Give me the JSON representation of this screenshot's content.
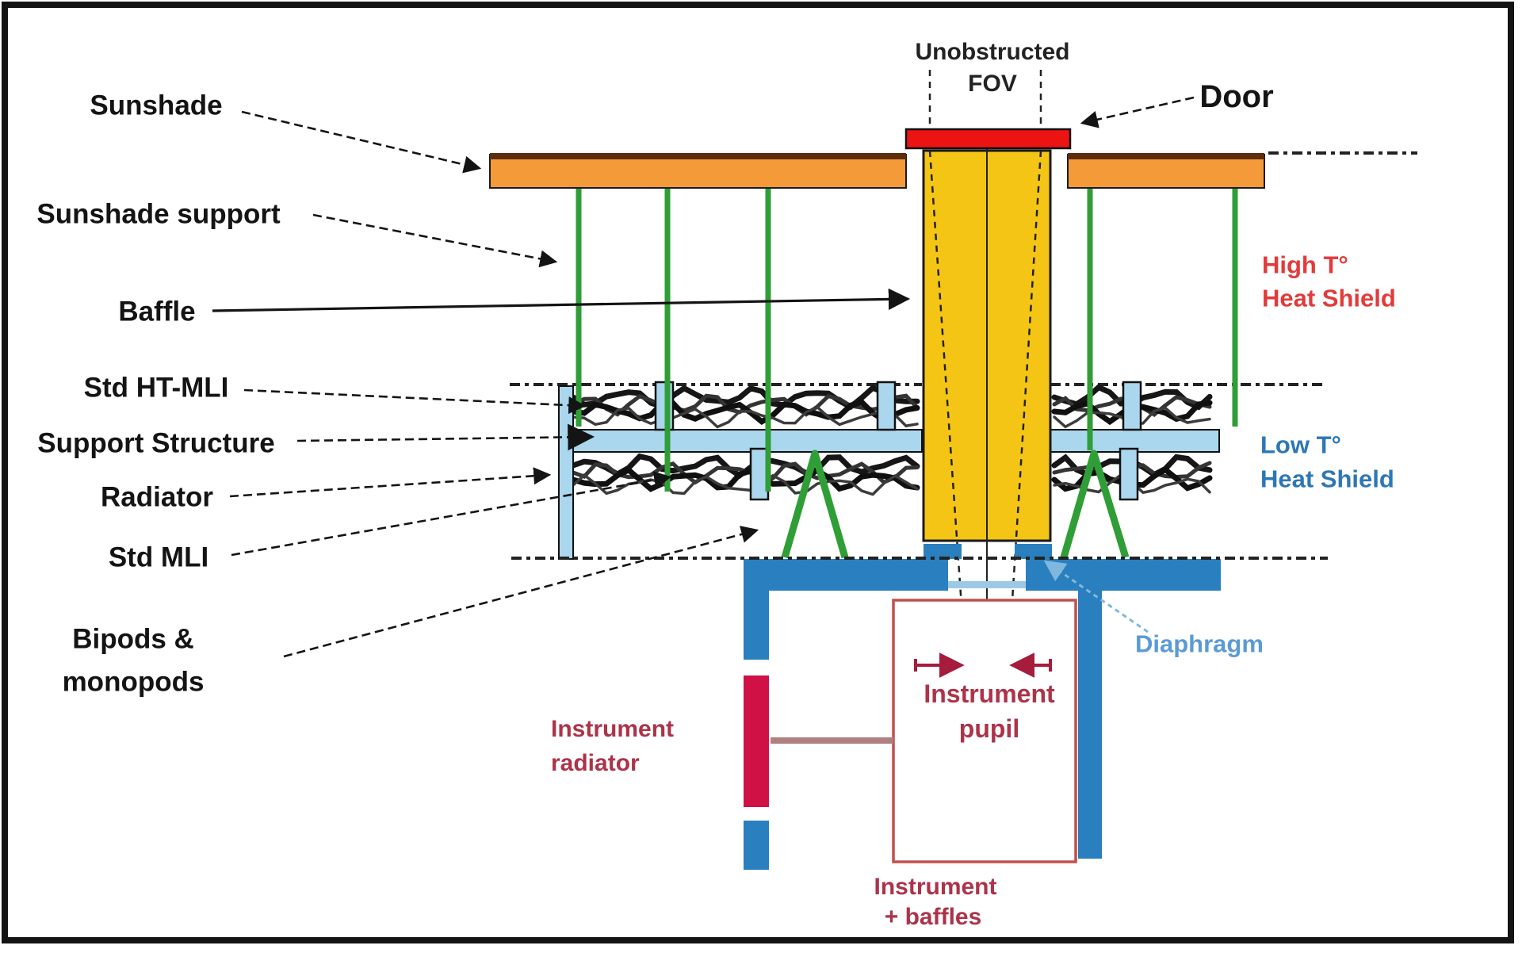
{
  "labels": {
    "sunshade": "Sunshade",
    "sunshade_support": "Sunshade support",
    "baffle": "Baffle",
    "std_ht_mli": "Std HT-MLI",
    "support_structure": "Support Structure",
    "radiator": "Radiator",
    "std_mli": "Std MLI",
    "bipods_line1": "Bipods &",
    "bipods_line2": "monopods",
    "unobstructed_line1": "Unobstructed",
    "unobstructed_line2": "FOV",
    "door": "Door",
    "high_t_line1": "High T°",
    "high_t_line2": "Heat Shield",
    "low_t_line1": "Low T°",
    "low_t_line2": "Heat Shield",
    "diaphragm": "Diaphragm",
    "instrument_radiator_line1": "Instrument",
    "instrument_radiator_line2": "radiator",
    "instrument_pupil_line1": "Instrument",
    "instrument_pupil_line2": "pupil",
    "instrument_baffles_line1": "Instrument",
    "instrument_baffles_line2": "+ baffles"
  },
  "colors": {
    "sunshade": "#F49A38",
    "sunshade_top_edge": "#5C2E0D",
    "door_red": "#EC1313",
    "baffle_gold": "#F4C515",
    "strut_green": "#2F9E36",
    "light_blue": "#AAD7EE",
    "membrane_blue": "#9CC9E4",
    "platform_blue": "#2A7FBE",
    "radiator_crimson": "#CF1145",
    "instrument_box_red": "#C0504D",
    "connector_rosy": "#B08080",
    "pupil_dark_red": "#A51C3C",
    "label_red": "#E23B3B",
    "label_blue": "#2E77B5",
    "diaphragm_blue": "#5B9BD5",
    "text_dark_red": "#AC3349",
    "ink": "#1A1A1A"
  }
}
